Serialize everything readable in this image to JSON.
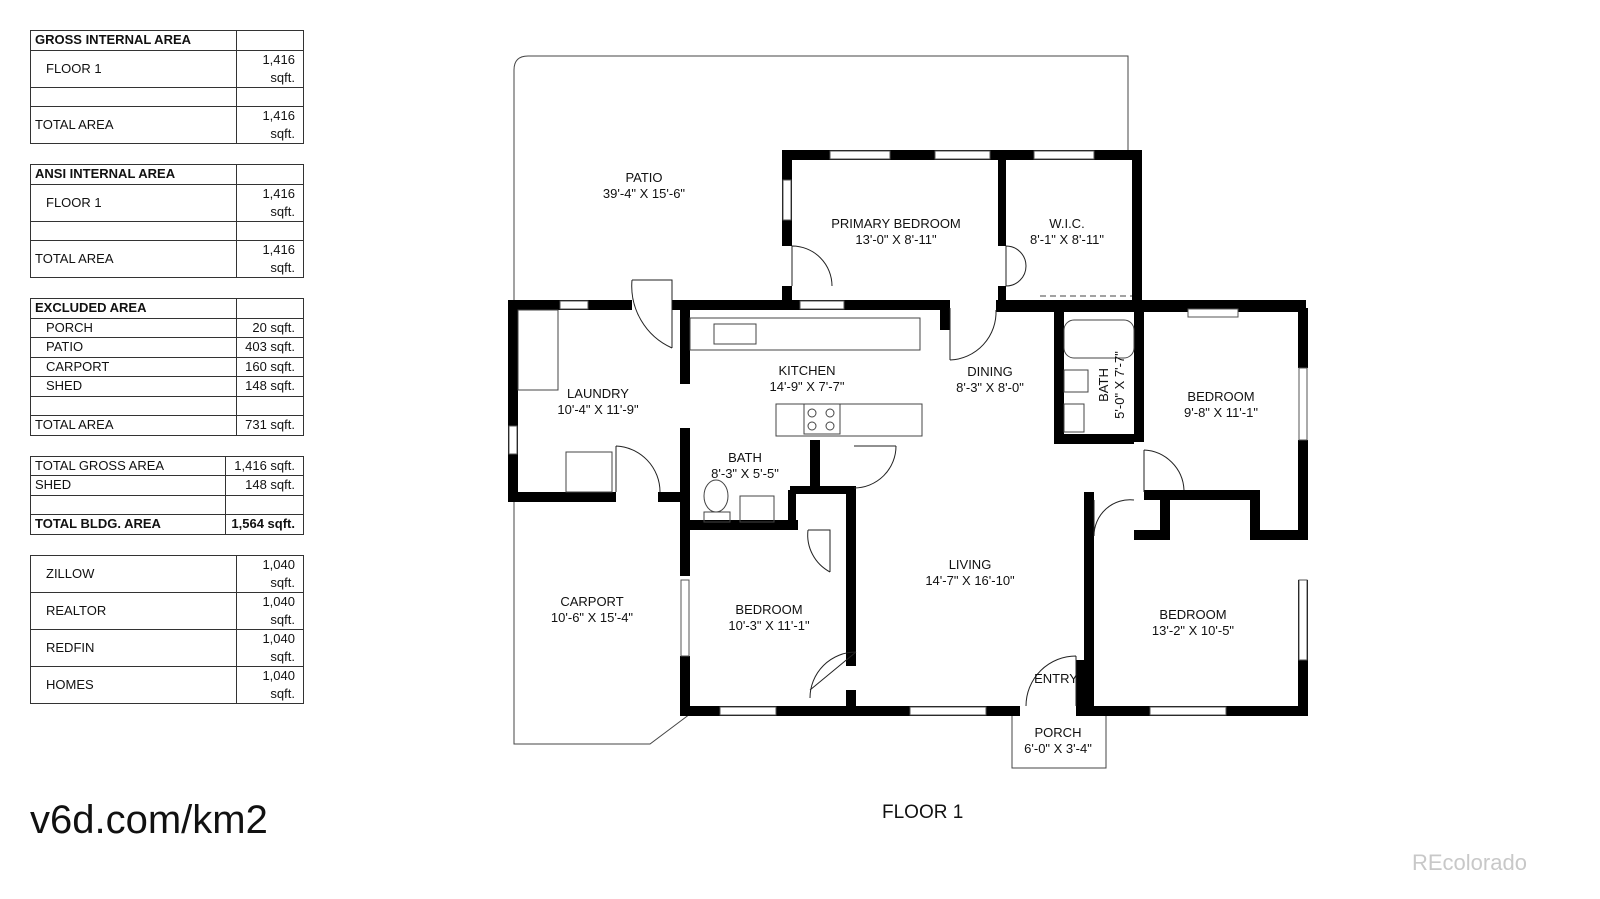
{
  "tables": [
    {
      "header": [
        "GROSS INTERNAL AREA",
        ""
      ],
      "rows": [
        {
          "label": "FLOOR 1",
          "value": "1,416 sqft.",
          "indent": true
        },
        {
          "label": "",
          "value": ""
        },
        {
          "label": "TOTAL AREA",
          "value": "1,416 sqft."
        }
      ]
    },
    {
      "header": [
        "ANSI INTERNAL AREA",
        ""
      ],
      "rows": [
        {
          "label": "FLOOR 1",
          "value": "1,416 sqft.",
          "indent": true
        },
        {
          "label": "",
          "value": ""
        },
        {
          "label": "TOTAL AREA",
          "value": "1,416 sqft."
        }
      ]
    },
    {
      "header": [
        "EXCLUDED AREA",
        ""
      ],
      "rows": [
        {
          "label": "PORCH",
          "value": "20 sqft.",
          "indent": true
        },
        {
          "label": "PATIO",
          "value": "403 sqft.",
          "indent": true
        },
        {
          "label": "CARPORT",
          "value": "160 sqft.",
          "indent": true
        },
        {
          "label": "SHED",
          "value": "148 sqft.",
          "indent": true
        },
        {
          "label": "",
          "value": ""
        },
        {
          "label": "TOTAL AREA",
          "value": "731 sqft."
        }
      ]
    },
    {
      "header": null,
      "rows": [
        {
          "label": "TOTAL GROSS AREA",
          "value": "1,416 sqft."
        },
        {
          "label": "SHED",
          "value": "148 sqft."
        },
        {
          "label": "",
          "value": ""
        },
        {
          "label": "TOTAL BLDG. AREA",
          "value": "1,564 sqft.",
          "bold": true
        }
      ]
    },
    {
      "header": null,
      "rows": [
        {
          "label": "ZILLOW",
          "value": "1,040 sqft.",
          "indent": true
        },
        {
          "label": "REALTOR",
          "value": "1,040 sqft.",
          "indent": true
        },
        {
          "label": "REDFIN",
          "value": "1,040 sqft.",
          "indent": true
        },
        {
          "label": "HOMES",
          "value": "1,040 sqft.",
          "indent": true
        }
      ]
    }
  ],
  "rooms": {
    "patio": {
      "name": "PATIO",
      "dim": "39'-4\" X 15'-6\""
    },
    "primary_bedroom": {
      "name": "PRIMARY BEDROOM",
      "dim": "13'-0\" X 8'-11\""
    },
    "wic": {
      "name": "W.I.C.",
      "dim": "8'-1\" X 8'-11\""
    },
    "laundry": {
      "name": "LAUNDRY",
      "dim": "10'-4\" X 11'-9\""
    },
    "kitchen": {
      "name": "KITCHEN",
      "dim": "14'-9\" X 7'-7\""
    },
    "dining": {
      "name": "DINING",
      "dim": "8'-3\" X 8'-0\""
    },
    "bath_main": {
      "name": "BATH",
      "dim": "8'-3\" X 5'-5\""
    },
    "bath_side": {
      "name": "BATH",
      "dim": "5'-0\" X 7'-7\""
    },
    "bedroom_ne": {
      "name": "BEDROOM",
      "dim": "9'-8\" X 11'-1\""
    },
    "carport": {
      "name": "CARPORT",
      "dim": "10'-6\" X 15'-4\""
    },
    "bedroom_sw": {
      "name": "BEDROOM",
      "dim": "10'-3\" X 11'-1\""
    },
    "living": {
      "name": "LIVING",
      "dim": "14'-7\" X 16'-10\""
    },
    "bedroom_se": {
      "name": "BEDROOM",
      "dim": "13'-2\" X 10'-5\""
    },
    "entry": {
      "name": "ENTRY"
    },
    "porch": {
      "name": "PORCH",
      "dim": "6'-0\" X 3'-4\""
    }
  },
  "floor_label": "FLOOR 1",
  "url_text": "v6d.com/km2",
  "brand": "REcolorado"
}
